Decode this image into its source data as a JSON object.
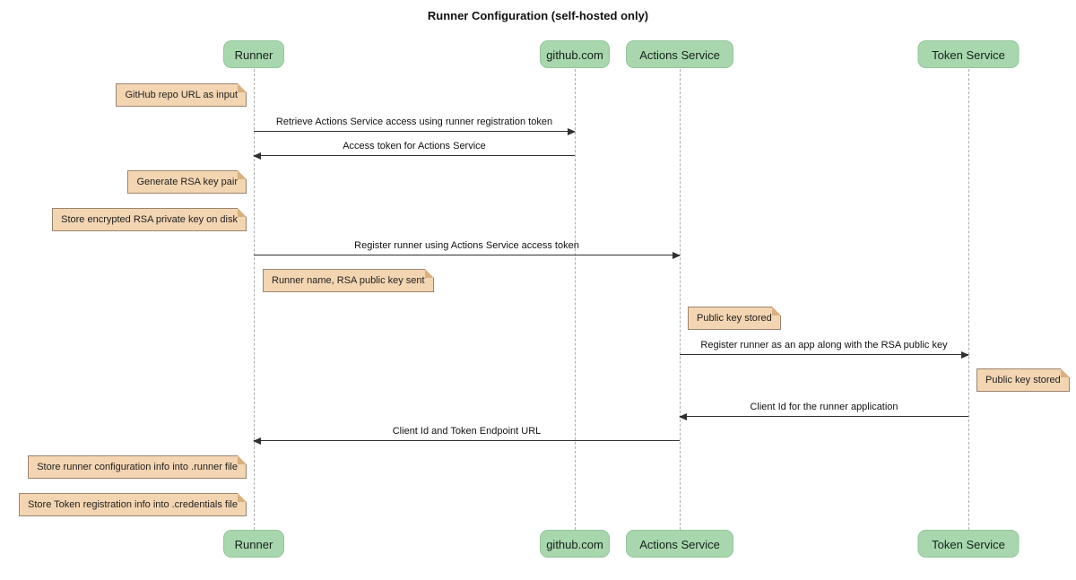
{
  "title": "Runner Configuration (self-hosted only)",
  "participants": [
    {
      "label": "Runner"
    },
    {
      "label": "github.com"
    },
    {
      "label": "Actions Service"
    },
    {
      "label": "Token Service"
    }
  ],
  "messages": [
    {
      "from": "Runner",
      "to": "github.com",
      "text": "Retrieve Actions Service access using runner registration token"
    },
    {
      "from": "github.com",
      "to": "Runner",
      "text": "Access token for Actions Service"
    },
    {
      "from": "Runner",
      "to": "Actions Service",
      "text": "Register runner using Actions Service access token"
    },
    {
      "from": "Actions Service",
      "to": "Token Service",
      "text": "Register runner as an app along with the RSA public key"
    },
    {
      "from": "Token Service",
      "to": "Actions Service",
      "text": "Client Id for the runner application"
    },
    {
      "from": "Actions Service",
      "to": "Runner",
      "text": "Client Id and Token Endpoint URL"
    }
  ],
  "notes": [
    {
      "text": "GitHub repo URL as input"
    },
    {
      "text": "Generate RSA key pair"
    },
    {
      "text": "Store encrypted RSA private key on disk"
    },
    {
      "text": "Runner name, RSA public key sent"
    },
    {
      "text": "Public key stored"
    },
    {
      "text": "Public key stored"
    },
    {
      "text": "Store runner configuration info into .runner file"
    },
    {
      "text": "Store Token registration info into .credentials file"
    }
  ],
  "colors": {
    "participant_fill": "#a8d7ae",
    "note_fill": "#f3d5b2",
    "note_border": "#9a8570",
    "arrow": "#303030",
    "lifeline": "#ababab"
  }
}
